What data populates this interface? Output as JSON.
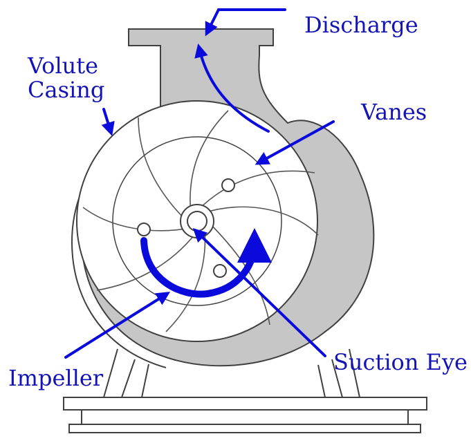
{
  "labels": {
    "discharge": "Discharge",
    "volute_line1": "Volute",
    "volute_line2": "Casing",
    "vanes": "Vanes",
    "impeller": "Impeller",
    "suction_eye": "Suction Eye"
  },
  "colors": {
    "label_text": "#1414b4",
    "arrow": "#0a0adc",
    "volute_fill": "#c6c6c6",
    "outline": "#404040",
    "background": "#ffffff"
  },
  "vanes": {
    "count": 8
  },
  "impeller_holes": {
    "count": 3
  }
}
